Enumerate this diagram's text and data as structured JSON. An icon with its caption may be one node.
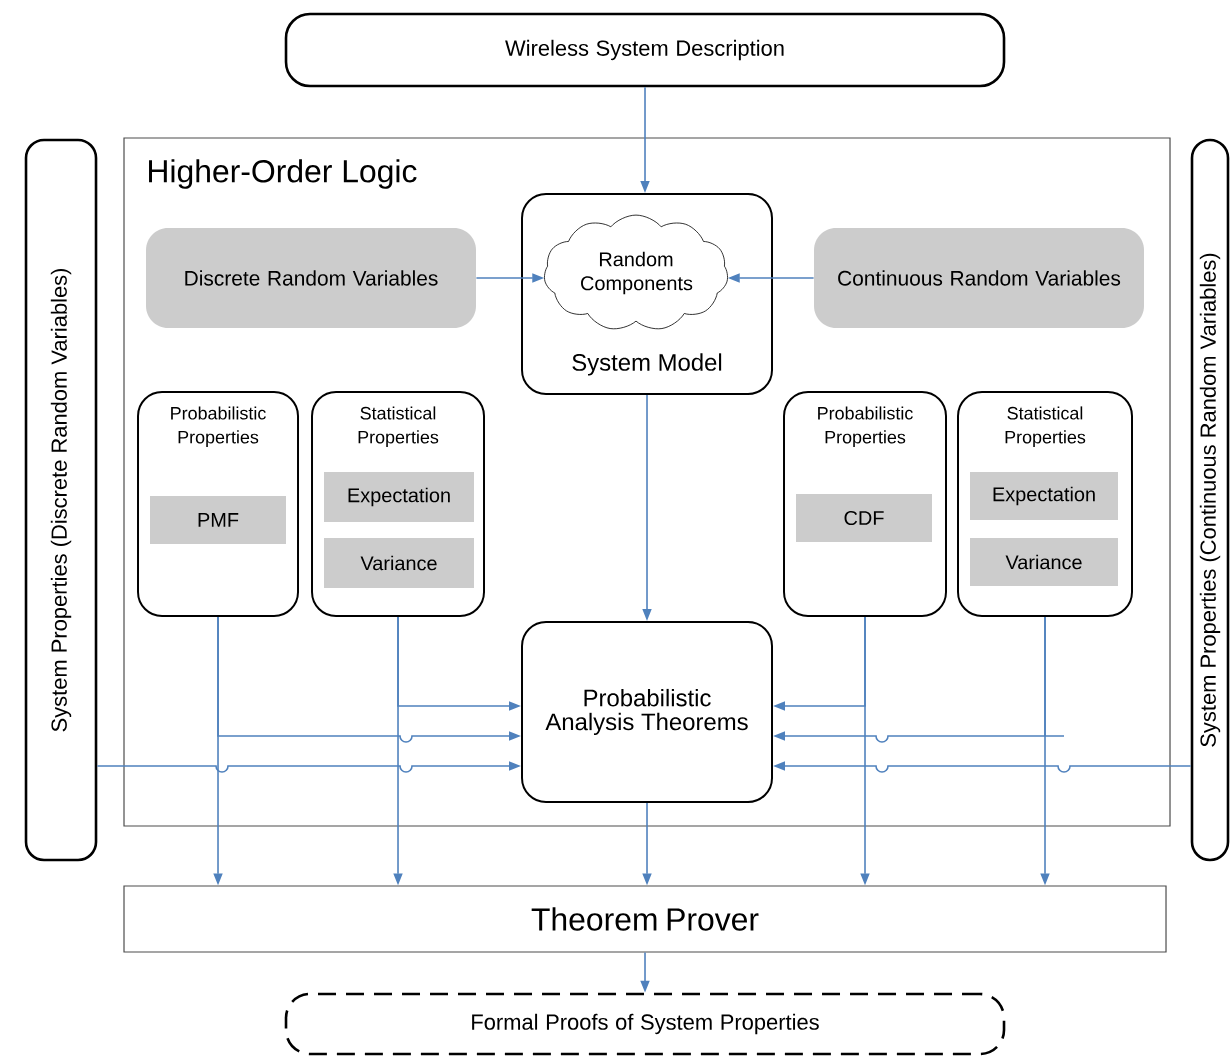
{
  "diagram": {
    "nodes": [
      {
        "text": [
          "Wireless System  Description"
        ]
      },
      {
        "text": [
          "Higher-Order Logic"
        ]
      },
      {
        "text": [
          "System Model"
        ],
        "in": 1
      },
      {
        "text": [
          "Random Components"
        ],
        "in": 2
      },
      {
        "text": [
          "Discrete Random Variables"
        ],
        "in": 1
      },
      {
        "text": [
          "Continuous Random Variables"
        ],
        "in": 1
      },
      {
        "text": [
          "Probabilistic Properties"
        ],
        "in": 1
      },
      {
        "text": [
          "PMF"
        ],
        "in": 6
      },
      {
        "text": [
          "Statistical Properties"
        ],
        "in": 1
      },
      {
        "text": [
          "Expectation"
        ],
        "in": 8
      },
      {
        "text": [
          "Variance"
        ],
        "in": 8
      },
      {
        "text": [
          "Probabilistic Analysis Theorems"
        ],
        "in": 1
      },
      {
        "text": [
          "Probabilistic Properties"
        ],
        "in": 1
      },
      {
        "text": [
          "CDF"
        ],
        "in": 12
      },
      {
        "text": [
          "Statistical Properties"
        ],
        "in": 1
      },
      {
        "text": [
          "Expectation"
        ],
        "in": 14
      },
      {
        "text": [
          "Variance"
        ],
        "in": 14
      },
      {
        "text": [
          "System Properties (Discrete Random Variables)"
        ]
      },
      {
        "text": [
          "System Properties (Continuous  Random Variables)"
        ]
      },
      {
        "text": [
          "Theorem Prover"
        ]
      },
      {
        "text": [
          "Formal Proofs of System Properties"
        ]
      }
    ],
    "edges": [
      {
        "from": 0,
        "to": 2,
        "arrow": "to"
      },
      {
        "from": 4,
        "to": 3,
        "arrow": "to"
      },
      {
        "from": 5,
        "to": 3,
        "arrow": "to"
      },
      {
        "from": 2,
        "to": 11,
        "arrow": "to"
      },
      {
        "from": 8,
        "to": 11,
        "arrow": "to"
      },
      {
        "from": 6,
        "to": 11,
        "arrow": "to"
      },
      {
        "from": 17,
        "to": 11,
        "arrow": "to"
      },
      {
        "from": 12,
        "to": 11,
        "arrow": "to"
      },
      {
        "from": 14,
        "to": 11,
        "arrow": "to"
      },
      {
        "from": 18,
        "to": 11,
        "arrow": "to"
      },
      {
        "from": 6,
        "to": 19,
        "arrow": "to"
      },
      {
        "from": 8,
        "to": 19,
        "arrow": "to"
      },
      {
        "from": 11,
        "to": 19,
        "arrow": "to"
      },
      {
        "from": 12,
        "to": 19,
        "arrow": "to"
      },
      {
        "from": 14,
        "to": 19,
        "arrow": "to"
      },
      {
        "from": 19,
        "to": 20,
        "arrow": "to"
      }
    ]
  }
}
